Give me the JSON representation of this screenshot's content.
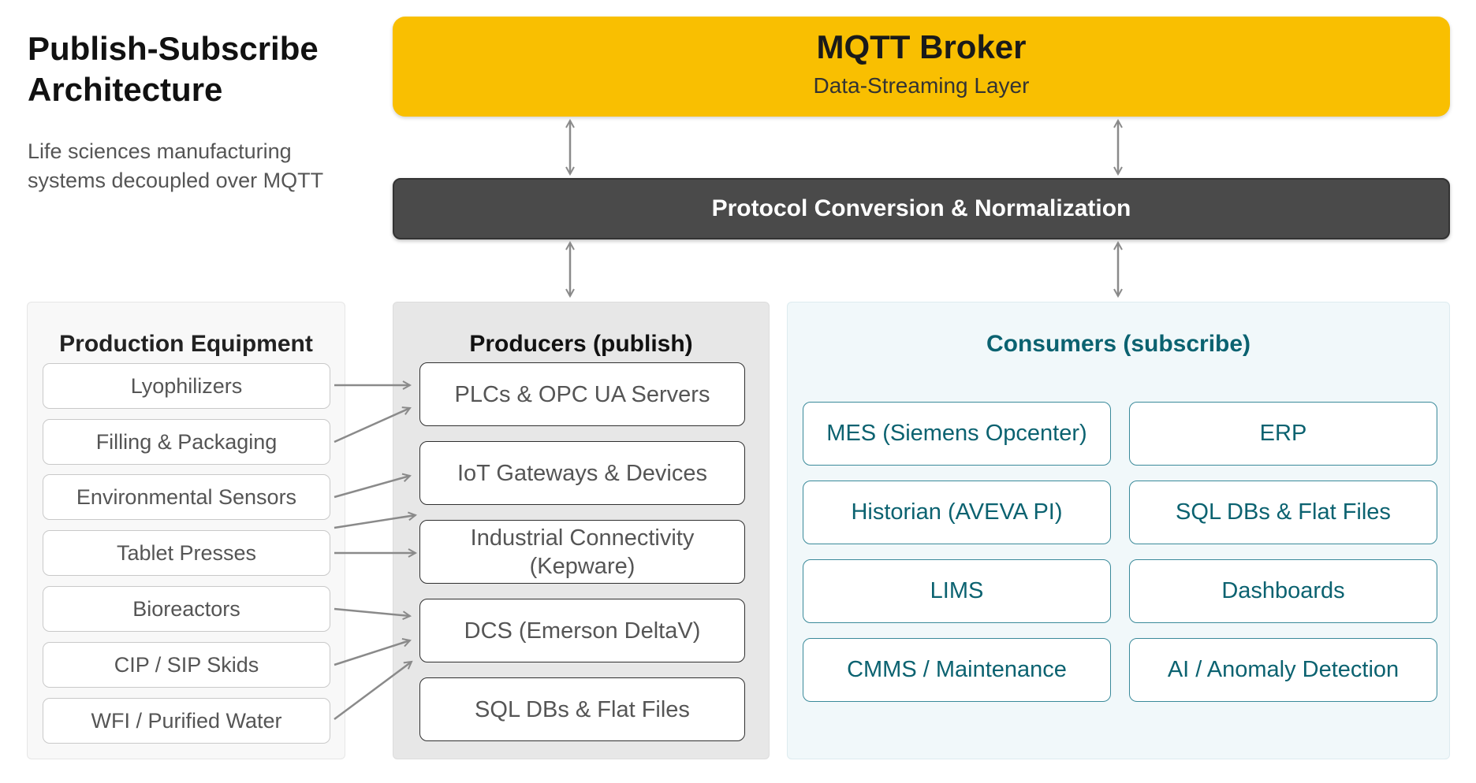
{
  "header": {
    "title": "Publish-Subscribe\nArchitecture",
    "subtitle": "Life sciences manufacturing\nsystems decoupled over MQTT"
  },
  "broker": {
    "title": "MQTT Broker",
    "subtitle": "Data-Streaming Layer",
    "color": "#F9BF01"
  },
  "protocol": {
    "label": "Protocol Conversion & Normalization",
    "color": "#4A4A4A"
  },
  "equipment": {
    "title": "Production Equipment",
    "items": [
      "Lyophilizers",
      "Filling & Packaging",
      "Environmental Sensors",
      "Tablet Presses",
      "Bioreactors",
      "CIP / SIP Skids",
      "WFI / Purified Water"
    ]
  },
  "producers": {
    "title": "Producers (publish)",
    "items": [
      "PLCs & OPC UA Servers",
      "IoT Gateways & Devices",
      "Industrial Connectivity\n(Kepware)",
      "DCS (Emerson DeltaV)",
      "SQL DBs & Flat Files"
    ]
  },
  "consumers": {
    "title": "Consumers (subscribe)",
    "color": "#0B6270",
    "items": [
      "MES (Siemens Opcenter)",
      "ERP",
      "Historian (AVEVA PI)",
      "SQL DBs & Flat Files",
      "LIMS",
      "Dashboards",
      "CMMS / Maintenance",
      "AI / Anomaly Detection"
    ]
  }
}
